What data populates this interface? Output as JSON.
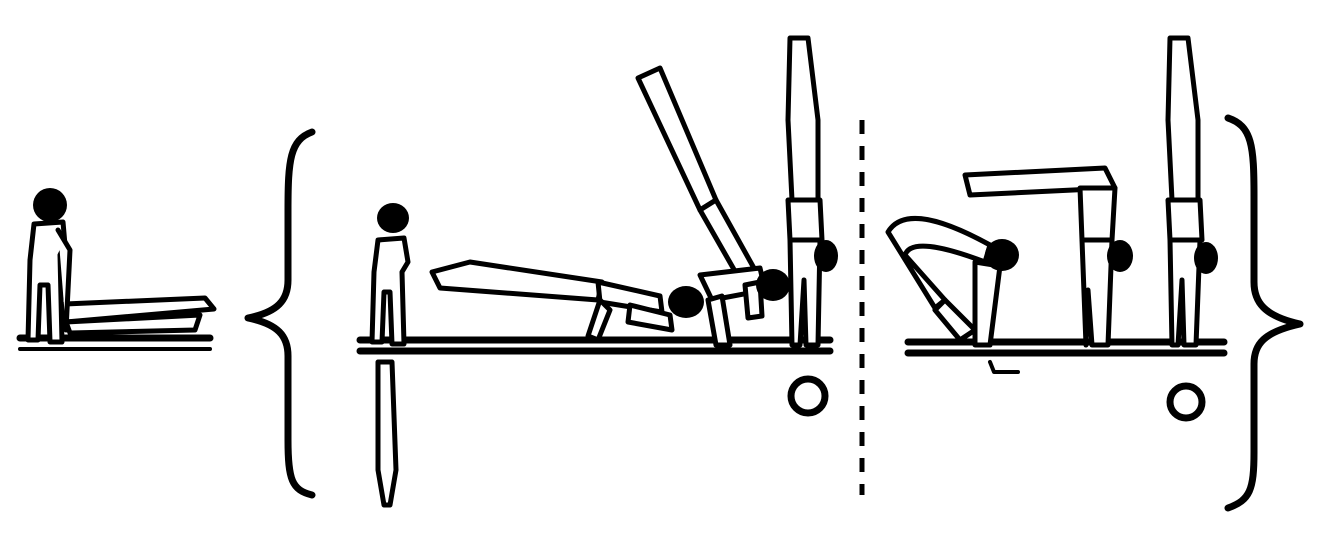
{
  "figure": {
    "kind": "gymnastics-parallel-bars-sequence",
    "colors": {
      "ink": "#000000",
      "background": "#ffffff"
    },
    "panels": [
      {
        "id": "preparation",
        "content": "standing-beside-bars"
      },
      {
        "id": "variant-1",
        "content": "stand-lower-to-press-handstand"
      },
      {
        "id": "variant-2",
        "content": "pike-press-to-handstand"
      }
    ],
    "markers": {
      "end_position_circle_count": 2,
      "divider": "dashed-vertical"
    }
  }
}
